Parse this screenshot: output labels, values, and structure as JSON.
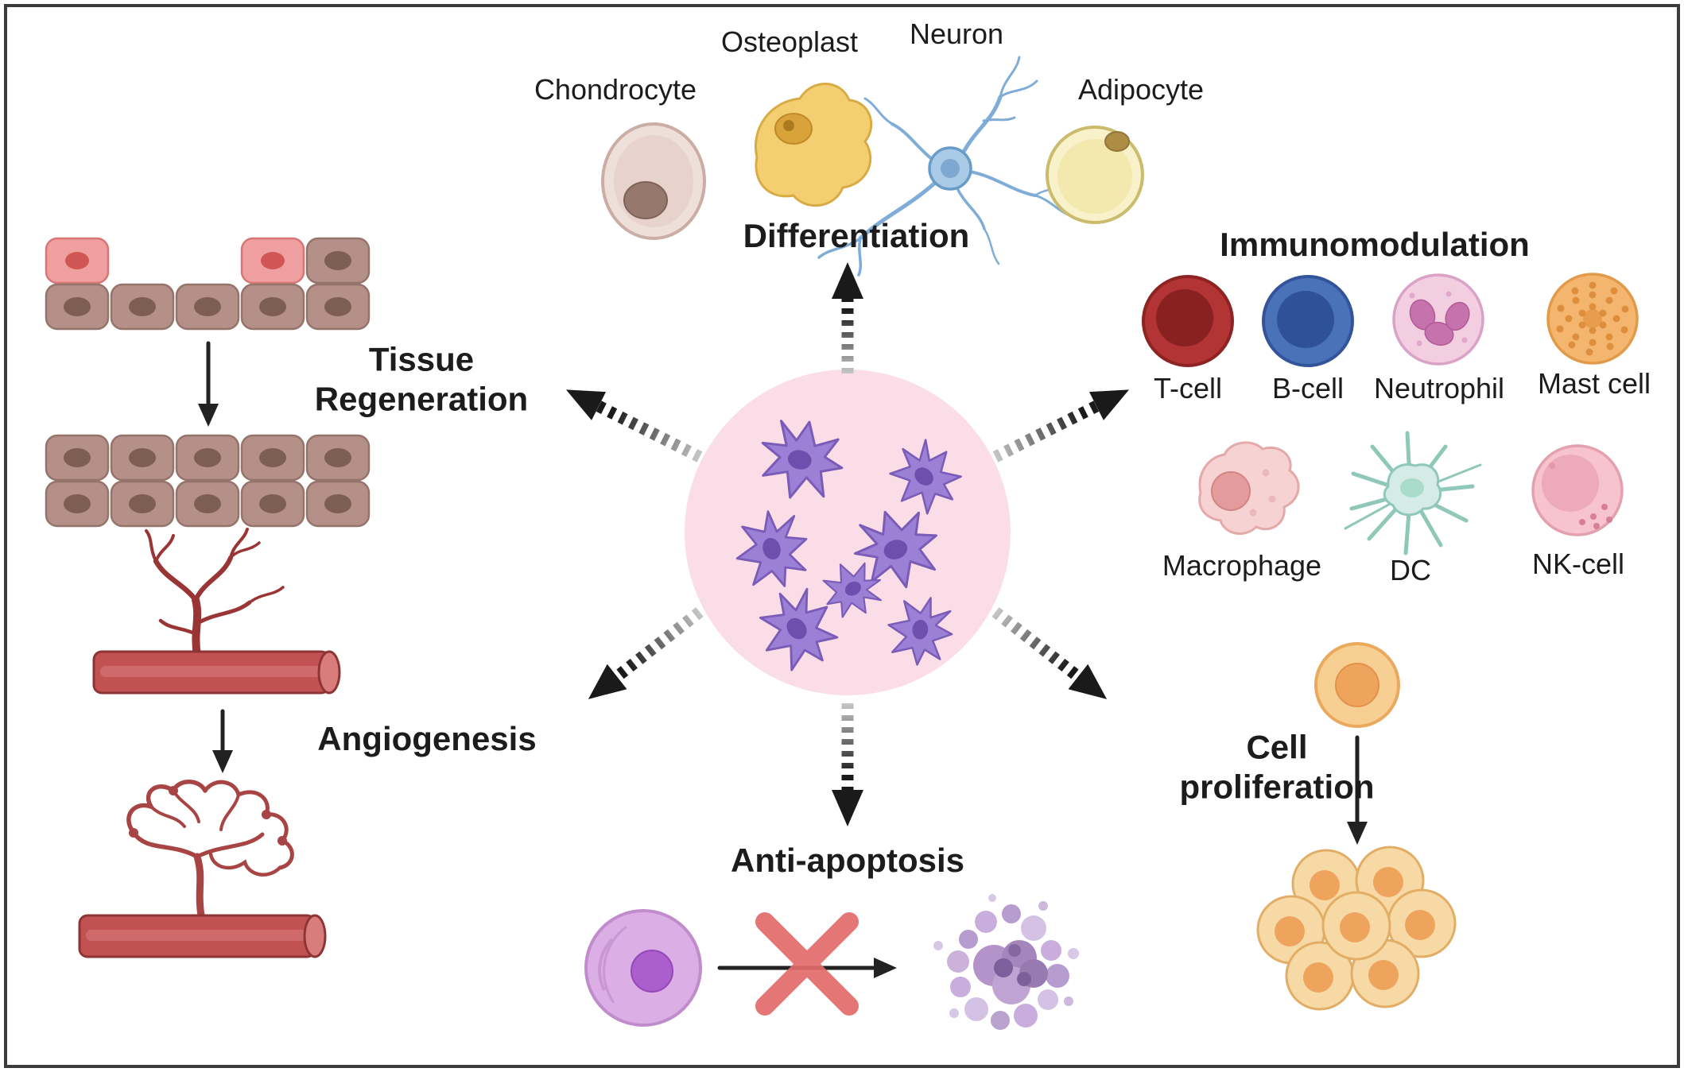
{
  "colors": {
    "background": "#ffffff",
    "frame_border": "#3c3c3c",
    "arrow_black": "#1a1a1a",
    "msc_purple": "#9c80d6",
    "msc_halo_pink": "#fbdde7",
    "red_x": "#e26b6b",
    "vessel_red": "#c25252",
    "proliferation_orange": "#f7d9a6"
  },
  "sections": {
    "differentiation": {
      "title": "Differentiation",
      "cells": [
        {
          "label": "Chondrocyte"
        },
        {
          "label": "Osteoplast"
        },
        {
          "label": "Neuron"
        },
        {
          "label": "Adipocyte"
        }
      ]
    },
    "immunomodulation": {
      "title": "Immunomodulation",
      "row1": [
        {
          "label": "T-cell"
        },
        {
          "label": "B-cell"
        },
        {
          "label": "Neutrophil"
        },
        {
          "label": "Mast cell"
        }
      ],
      "row2": [
        {
          "label": "Macrophage"
        },
        {
          "label": "DC"
        },
        {
          "label": "NK-cell"
        }
      ]
    },
    "tissue_regeneration": {
      "title_line1": "Tissue",
      "title_line2": "Regeneration"
    },
    "angiogenesis": {
      "title": "Angiogenesis"
    },
    "cell_proliferation": {
      "title_line1": "Cell",
      "title_line2": "proliferation"
    },
    "anti_apoptosis": {
      "title": "Anti-apoptosis"
    }
  }
}
